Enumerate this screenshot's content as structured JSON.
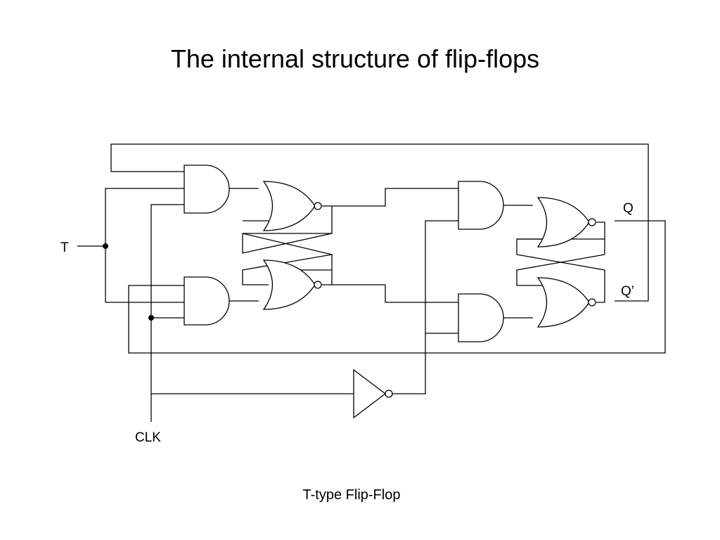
{
  "title": "The internal structure of flip-flops",
  "caption": "T-type Flip-Flop",
  "labels": {
    "input_t": "T",
    "clock": "CLK",
    "output_q": "Q",
    "output_q_not": "Q’"
  }
}
